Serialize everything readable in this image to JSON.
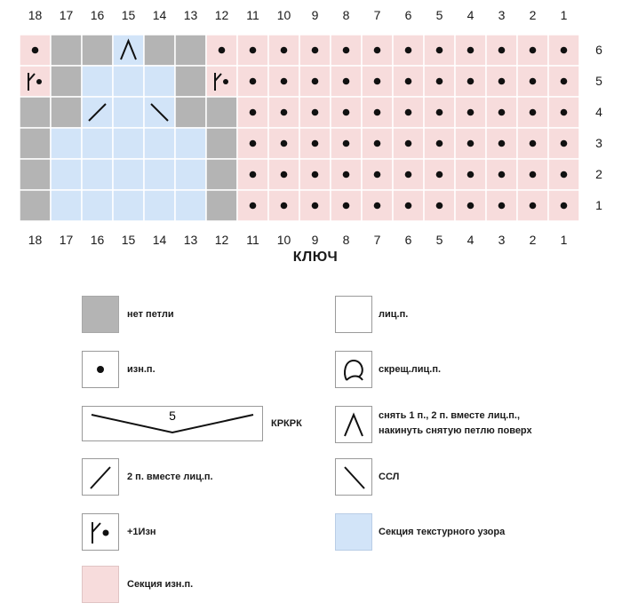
{
  "columns": [
    "18",
    "17",
    "16",
    "15",
    "14",
    "13",
    "12",
    "11",
    "10",
    "9",
    "8",
    "7",
    "6",
    "5",
    "4",
    "3",
    "2",
    "1"
  ],
  "rows": [
    "6",
    "5",
    "4",
    "3",
    "2",
    "1"
  ],
  "chart_rows": [
    [
      "dot",
      "nostitch",
      "nostitch",
      "ssk_psso",
      "nostitch",
      "nostitch",
      "dot",
      "dot",
      "dot",
      "dot",
      "dot",
      "dot",
      "dot",
      "dot",
      "dot",
      "dot",
      "dot",
      "dot"
    ],
    [
      "inc_purl",
      "nostitch",
      "texture",
      "texture",
      "texture",
      "nostitch",
      "inc_purl",
      "dot",
      "dot",
      "dot",
      "dot",
      "dot",
      "dot",
      "dot",
      "dot",
      "dot",
      "dot",
      "dot"
    ],
    [
      "nostitch",
      "nostitch",
      "k2tog",
      "texture",
      "ssk",
      "nostitch",
      "nostitch",
      "dot",
      "dot",
      "dot",
      "dot",
      "dot",
      "dot",
      "dot",
      "dot",
      "dot",
      "dot",
      "dot"
    ],
    [
      "nostitch",
      "texture",
      "texture",
      "texture",
      "texture",
      "texture",
      "nostitch",
      "dot",
      "dot",
      "dot",
      "dot",
      "dot",
      "dot",
      "dot",
      "dot",
      "dot",
      "dot",
      "dot"
    ],
    [
      "nostitch",
      "texture",
      "texture",
      "texture",
      "texture",
      "texture",
      "nostitch",
      "dot",
      "dot",
      "dot",
      "dot",
      "dot",
      "dot",
      "dot",
      "dot",
      "dot",
      "dot",
      "dot"
    ],
    [
      "nostitch",
      "texture",
      "texture",
      "texture",
      "texture",
      "texture",
      "nostitch",
      "dot",
      "dot",
      "dot",
      "dot",
      "dot",
      "dot",
      "dot",
      "dot",
      "dot",
      "dot",
      "dot"
    ]
  ],
  "colors": {
    "nostitch": "#b4b4b4",
    "purl_section": "#f7dcdc",
    "texture_section": "#d2e4f8",
    "grid_line": "#ffffff",
    "symbol": "#111111"
  },
  "key_title": "КЛЮЧ",
  "legend": {
    "no_stitch": "нет петли",
    "purl": "изн.п.",
    "cable": "КРКРК",
    "cable_number": "5",
    "k2tog": "2 п. вместе лиц.п.",
    "inc_purl": "+1Изн",
    "purl_section": "Секция изн.п.",
    "knit": "лиц.п.",
    "twisted_knit": "скрещ.лиц.п.",
    "double_dec_line1": "снять 1 п., 2 п. вместе лиц.п.,",
    "double_dec_line2": "накинуть снятую петлю поверх",
    "ssk": "ССЛ",
    "texture_section": "Секция текстурного узора"
  },
  "icons": {
    "dot": "purl-dot-icon",
    "k2tog": "right-slant-icon",
    "ssk": "left-slant-icon",
    "ssk_psso": "double-decrease-icon",
    "inc_purl": "purl-increase-icon",
    "twisted_knit": "twisted-stitch-icon",
    "cable": "cable-icon"
  }
}
